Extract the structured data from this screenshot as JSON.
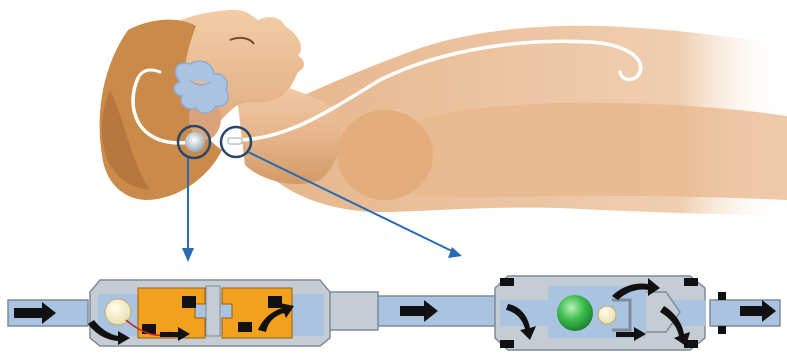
{
  "illustration": {
    "subject": "",
    "components": [
      "person-figure",
      "ventricle-catheter",
      "shunt-tubing",
      "valve-reservoir",
      "in-line-valve"
    ]
  },
  "colors": {
    "skin": "#e8b98d",
    "skin_shadow": "#c9925f",
    "hair": "#c98a4a",
    "ventricle": "#a9c3e0",
    "tube": "#ffffff",
    "callout_ring": "#26486b",
    "pointer_arrow": "#2a6cb4",
    "valve_body": "#c6ccd4",
    "valve_inner": "#a9c3e0",
    "valve_block": "#f2a11f",
    "flow_arrow": "#111111",
    "ball_left": "#f5efcf",
    "ball_right": "#37b54a",
    "spring": "#cc2222"
  }
}
